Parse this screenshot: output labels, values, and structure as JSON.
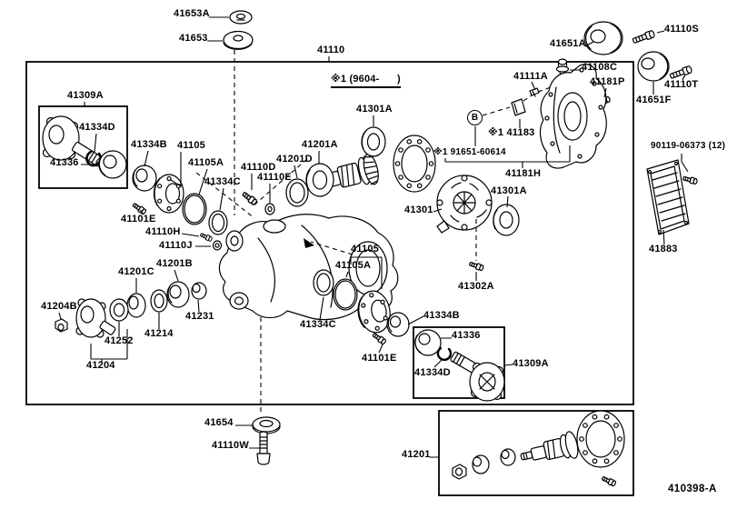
{
  "diagram": {
    "code": "410398-A",
    "note": "※1 (9604-      )",
    "b_marker": "B"
  },
  "labels": {
    "p41653a": "41653A",
    "p41653": "41653",
    "p41110": "41110",
    "p41651a": "41651A",
    "p41110s": "41110S",
    "p41651f": "41651F",
    "p41110t": "41110T",
    "p41108c": "41108C",
    "p41111a": "41111A",
    "p41181p": "41181P",
    "p41183": "※1 41183",
    "p91651": "※1 91651-60614",
    "p41181h": "41181H",
    "p41301": "41301",
    "p41301a_upper": "41301A",
    "p41301a_right": "41301A",
    "p41201a": "41201A",
    "p41201d": "41201D",
    "p41110d": "41110D",
    "p41110e": "41110E",
    "p90119": "90119-06373 (12)",
    "p41883": "41883",
    "p41309a_left": "41309A",
    "p41334d_left": "41334D",
    "p41336_left": "41336",
    "p41334b_left": "41334B",
    "p41105_left": "41105",
    "p41105a_left": "41105A",
    "p41334c_left": "41334C",
    "p41101e_left": "41101E",
    "p41110h": "41110H",
    "p41110j": "41110J",
    "p41201b": "41201B",
    "p41201c": "41201C",
    "p41204b": "41204B",
    "p41231": "41231",
    "p41214": "41214",
    "p41252": "41252",
    "p41204": "41204",
    "p41105_mid": "41105",
    "p41105a_mid": "41105A",
    "p41334c_mid": "41334C",
    "p41334b_mid": "41334B",
    "p41101e_mid": "41101E",
    "p41302a": "41302A",
    "p41336_box": "41336",
    "p41334d_box": "41334D",
    "p41309a_box": "41309A",
    "p41654": "41654",
    "p41110w": "41110W",
    "p41201_kit": "41201"
  }
}
